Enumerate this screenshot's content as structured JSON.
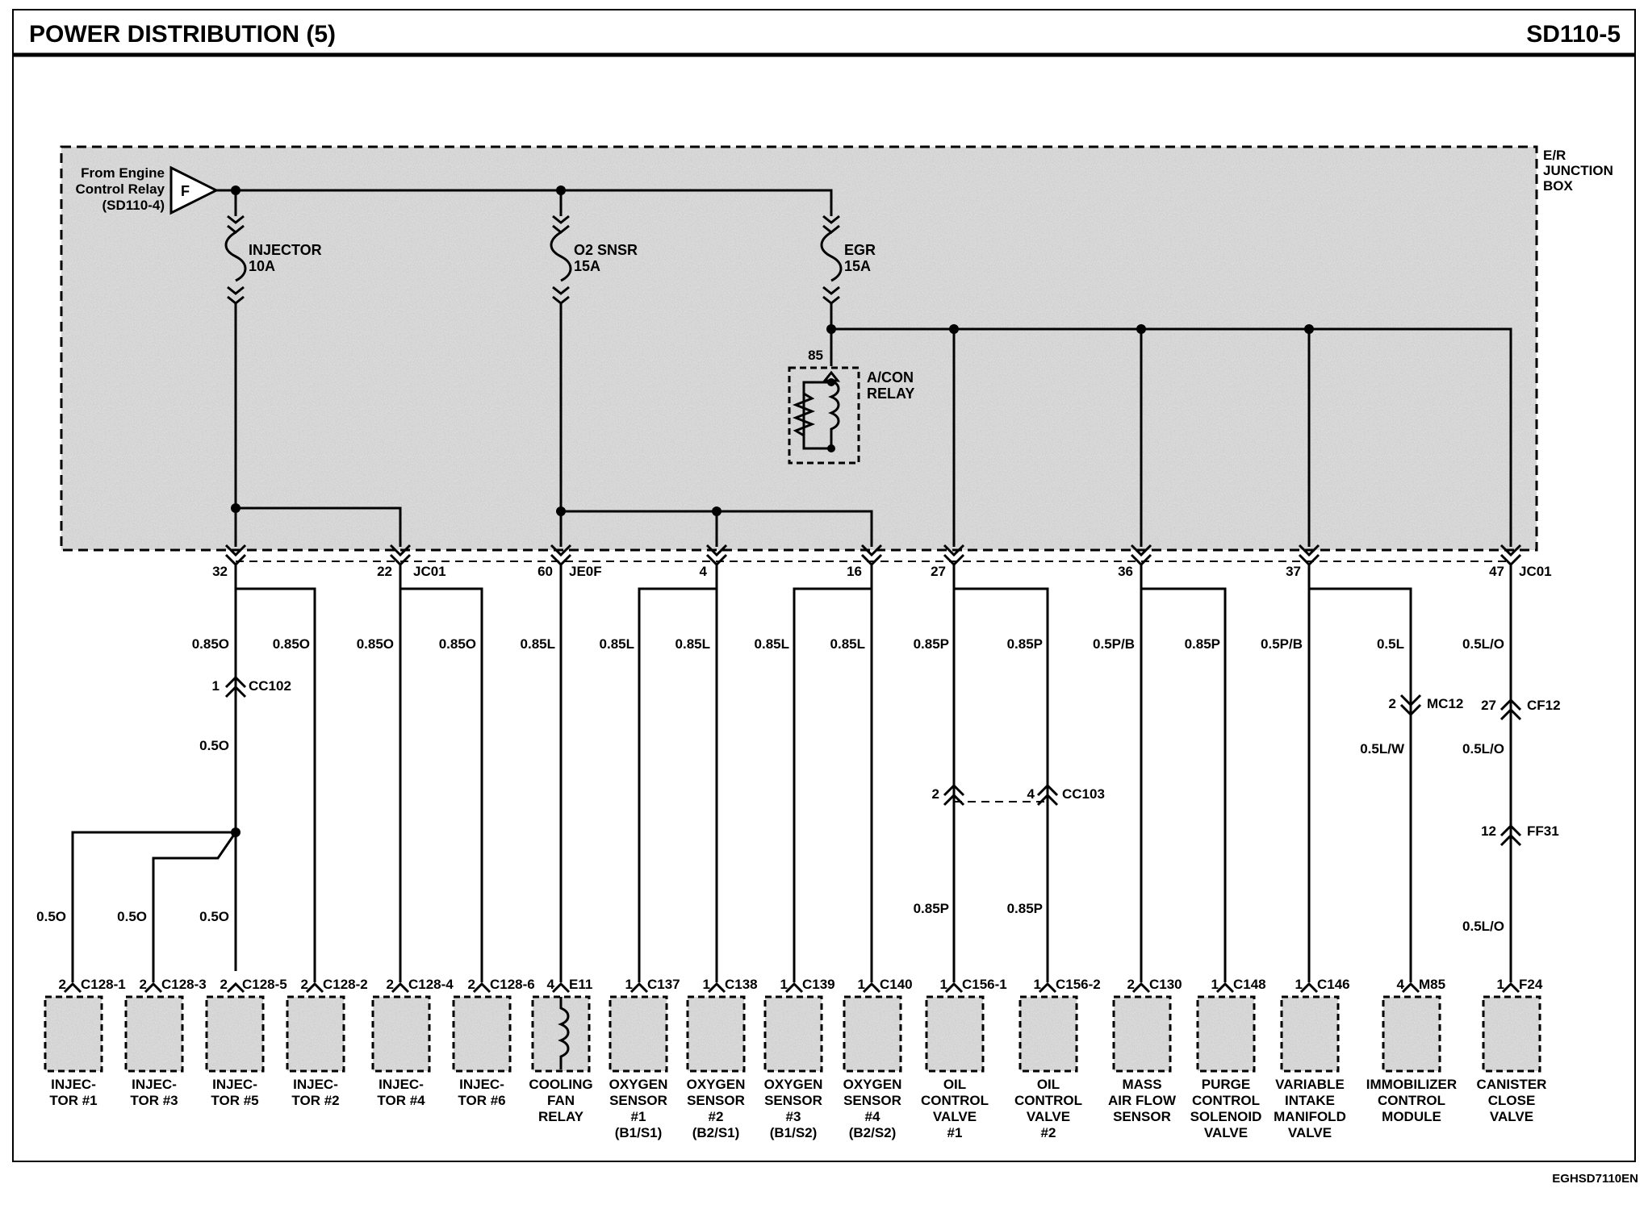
{
  "header": {
    "title": "POWER DISTRIBUTION (5)",
    "code": "SD110-5"
  },
  "footer": {
    "doc_id": "EGHSD7110EN"
  },
  "junction_box": {
    "name": [
      "E/R",
      "JUNCTION",
      "BOX"
    ]
  },
  "source": {
    "letter": "F",
    "label": [
      "From Engine",
      "Control Relay",
      "(SD110-4)"
    ]
  },
  "fuses": [
    {
      "name": "INJECTOR",
      "rating": "10A"
    },
    {
      "name": "O2 SNSR",
      "rating": "15A"
    },
    {
      "name": "EGR",
      "rating": "15A"
    }
  ],
  "relay": {
    "name": [
      "A/CON",
      "RELAY"
    ],
    "pin": "85"
  },
  "jb_connectors": [
    {
      "pin": "32",
      "name": ""
    },
    {
      "pin": "22",
      "name": "JC01"
    },
    {
      "pin": "60",
      "name": "JE0F"
    },
    {
      "pin": "4",
      "name": ""
    },
    {
      "pin": "16",
      "name": ""
    },
    {
      "pin": "27",
      "name": ""
    },
    {
      "pin": "36",
      "name": ""
    },
    {
      "pin": "37",
      "name": ""
    },
    {
      "pin": "47",
      "name": "JC01"
    }
  ],
  "wire_labels": {
    "upper": [
      "0.85O",
      "0.85O",
      "0.85O",
      "0.85O",
      "0.85L",
      "0.85L",
      "0.85L",
      "0.85L",
      "0.85L",
      "0.85P",
      "0.85P",
      "0.5P/B",
      "0.85P",
      "0.5P/B",
      "0.5L",
      "0.5L/O"
    ],
    "after_cc102": "0.5O",
    "branch": [
      "0.5O",
      "0.5O",
      "0.5O"
    ],
    "oil_lower": [
      "0.85P",
      "0.85P"
    ],
    "immo_lower": "0.5L/W",
    "canister_mid": [
      "0.5L/O",
      "0.5L/O"
    ]
  },
  "inline_connectors": [
    {
      "pin": "1",
      "name": "CC102"
    },
    {
      "pin": "2",
      "name": "MC12"
    },
    {
      "pin": "27",
      "name": "CF12"
    },
    {
      "pin": "2",
      "name": ""
    },
    {
      "pin": "4",
      "name": "CC103"
    },
    {
      "pin": "12",
      "name": "FF31"
    }
  ],
  "components": [
    {
      "pin": "2",
      "connector": "C128-1",
      "name": [
        "INJEC-",
        "TOR #1"
      ]
    },
    {
      "pin": "2",
      "connector": "C128-3",
      "name": [
        "INJEC-",
        "TOR #3"
      ]
    },
    {
      "pin": "2",
      "connector": "C128-5",
      "name": [
        "INJEC-",
        "TOR #5"
      ]
    },
    {
      "pin": "2",
      "connector": "C128-2",
      "name": [
        "INJEC-",
        "TOR #2"
      ]
    },
    {
      "pin": "2",
      "connector": "C128-4",
      "name": [
        "INJEC-",
        "TOR #4"
      ]
    },
    {
      "pin": "2",
      "connector": "C128-6",
      "name": [
        "INJEC-",
        "TOR #6"
      ]
    },
    {
      "pin": "4",
      "connector": "E11",
      "name": [
        "COOLING",
        "FAN",
        "RELAY"
      ]
    },
    {
      "pin": "1",
      "connector": "C137",
      "name": [
        "OXYGEN",
        "SENSOR",
        "#1",
        "(B1/S1)"
      ]
    },
    {
      "pin": "1",
      "connector": "C138",
      "name": [
        "OXYGEN",
        "SENSOR",
        "#2",
        "(B2/S1)"
      ]
    },
    {
      "pin": "1",
      "connector": "C139",
      "name": [
        "OXYGEN",
        "SENSOR",
        "#3",
        "(B1/S2)"
      ]
    },
    {
      "pin": "1",
      "connector": "C140",
      "name": [
        "OXYGEN",
        "SENSOR",
        "#4",
        "(B2/S2)"
      ]
    },
    {
      "pin": "1",
      "connector": "C156-1",
      "name": [
        "OIL",
        "CONTROL",
        "VALVE",
        "#1"
      ]
    },
    {
      "pin": "1",
      "connector": "C156-2",
      "name": [
        "OIL",
        "CONTROL",
        "VALVE",
        "#2"
      ]
    },
    {
      "pin": "2",
      "connector": "C130",
      "name": [
        "MASS",
        "AIR FLOW",
        "SENSOR"
      ]
    },
    {
      "pin": "1",
      "connector": "C148",
      "name": [
        "PURGE",
        "CONTROL",
        "SOLENOID",
        "VALVE"
      ]
    },
    {
      "pin": "1",
      "connector": "C146",
      "name": [
        "VARIABLE",
        "INTAKE",
        "MANIFOLD",
        "VALVE"
      ]
    },
    {
      "pin": "4",
      "connector": "M85",
      "name": [
        "IMMOBILIZER",
        "CONTROL",
        "MODULE"
      ]
    },
    {
      "pin": "1",
      "connector": "F24",
      "name": [
        "CANISTER",
        "CLOSE",
        "VALVE"
      ]
    }
  ]
}
